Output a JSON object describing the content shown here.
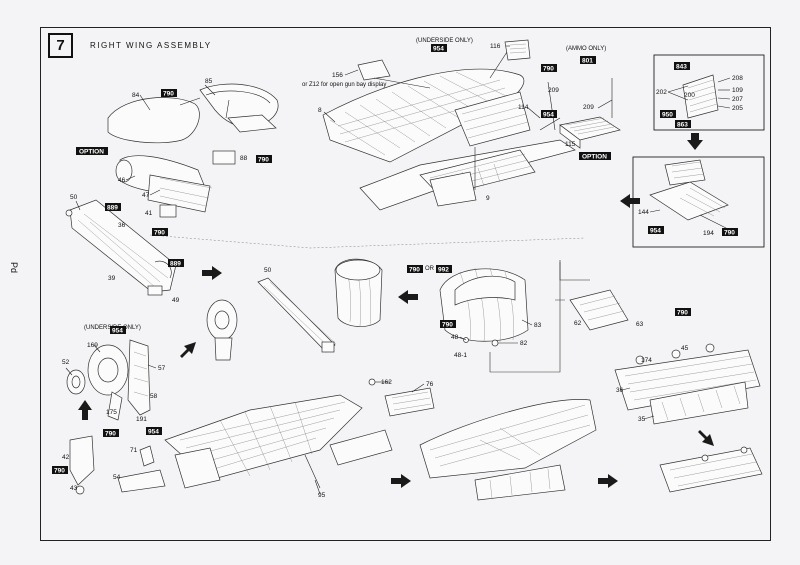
{
  "step": {
    "number": "7",
    "title": "Right wing assembly"
  },
  "page_side_mark": "Pd",
  "captions": {
    "underside_top": "(UNDERSIDE ONLY)",
    "underside_left": "(UNDERSIDE ONLY)",
    "ammo": "(AMMO ONLY)",
    "gun_bay_note": "or Z12 for open gun bay display",
    "or_word": "OR"
  },
  "option_tags": [
    "OPTION",
    "OPTION"
  ],
  "part_numbers": {
    "p84": "84",
    "p85": "85",
    "p88": "88",
    "p46": "46",
    "p47": "47",
    "p41": "41",
    "p50a": "50",
    "p36a": "36",
    "p39": "39",
    "p49": "49",
    "p8": "8",
    "p156": "156",
    "p116": "116",
    "p209a": "209",
    "p209b": "209",
    "p114": "114",
    "p115": "115",
    "p9": "9",
    "p208": "208",
    "p109": "109",
    "p207": "207",
    "p205": "205",
    "p202": "202",
    "p200": "200",
    "p144": "144",
    "p194": "194",
    "p50b": "50",
    "p83": "83",
    "p82": "82",
    "p48": "48",
    "p481": "48-1",
    "p62": "62",
    "p63": "63",
    "p174": "174",
    "p45": "45",
    "p36b": "36",
    "p35": "35",
    "p169": "169",
    "p52": "52",
    "p57": "57",
    "p58": "58",
    "p175": "175",
    "p191": "191",
    "p71": "71",
    "p42": "42",
    "p43": "43",
    "p54": "54",
    "p162": "162",
    "p76": "76",
    "p95": "95"
  },
  "code_tags": {
    "t790_84": "790",
    "t790_88": "790",
    "t889a": "889",
    "t790_41": "790",
    "t889b": "889",
    "t954_top": "954",
    "t790_209": "790",
    "t801": "801",
    "t954_ammo": "954",
    "t843": "843",
    "t950": "950",
    "t863": "863",
    "t954_box": "954",
    "t790_194": "790",
    "t790_or": "790",
    "t992": "992",
    "t790_48": "790",
    "t790_45": "790",
    "t954_left": "954",
    "t790_175": "790",
    "t954_71": "954",
    "t790_42": "790"
  }
}
